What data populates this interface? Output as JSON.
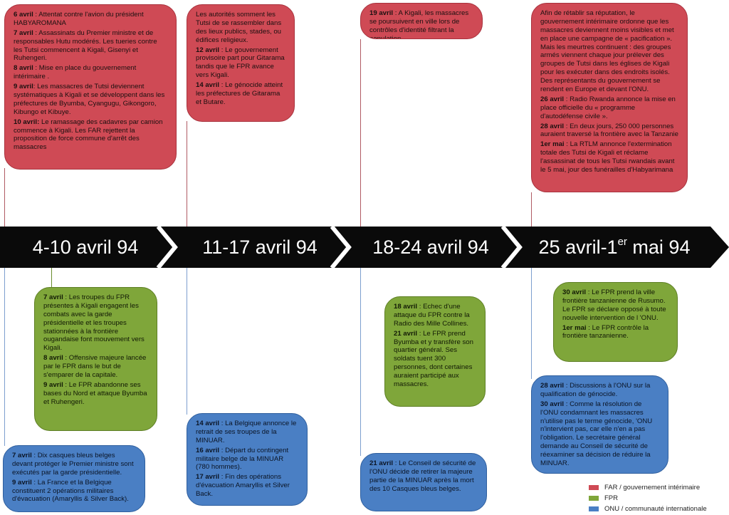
{
  "periods": [
    {
      "text": "4-10 avril 94"
    },
    {
      "text": "11-17 avril 94"
    },
    {
      "text": "18-24 avril 94"
    },
    {
      "text": "25 avril-1",
      "sup": "er",
      "tail": " mai 94"
    }
  ],
  "colors": {
    "far": "#cf4a55",
    "fpr": "#7fa63a",
    "onu": "#4a7fc4",
    "band": "#0a0a0a"
  },
  "boxes": {
    "far1": [
      {
        "date": "6 avril",
        "text": " : Attentat contre l'avion du président HABYAROMANA"
      },
      {
        "date": "7 avril",
        "text": " : Assassinats du Premier ministre et de responsables Hutu modérés. Les tueries contre les Tutsi commencent à Kigali, Gisenyi et Ruhengeri."
      },
      {
        "date": "8 avril",
        "text": " : Mise en place du gouvernement intérimaire ."
      },
      {
        "date": "9 avril",
        "text": ": Les massacres de Tutsi deviennent systématiques à Kigali et se développent dans les préfectures de Byumba, Cyangugu, Gikongoro, Kibungo et Kibuye."
      },
      {
        "date": "10 avril:",
        "text": " Le ramassage des cadavres par camion commence à Kigali. Les FAR rejettent la proposition de force commune d'arrêt des massacres"
      }
    ],
    "far2": [
      {
        "date": "",
        "text": "Les autorités somment les Tutsi de se rassembler dans des lieux publics, stades, ou édifices religieux."
      },
      {
        "date": "12 avril",
        "text": " : Le gouvernement provisoire part pour Gitarama tandis que le FPR avance vers Kigali."
      },
      {
        "date": "14 avril",
        "text": " : Le génocide atteint les préfectures de Gitarama et Butare."
      }
    ],
    "far3": [
      {
        "date": "19 avril",
        "text": " : A Kigali, les massacres se poursuivent en ville lors de contrôles d'identité filtrant la population."
      }
    ],
    "far4": [
      {
        "date": "",
        "text": "Afin de rétablir sa réputation, le gouvernement intérimaire ordonne que les massacres deviennent moins visibles et met en place une campagne de « pacification ». Mais les meurtres continuent : des groupes armés viennent chaque jour prélever des groupes de Tutsi dans les églises de Kigali pour les exécuter dans des endroits isolés. Des représentants du gouvernement se rendent en Europe et devant l'ONU."
      },
      {
        "date": "26 avril",
        "text": " : Radio Rwanda annonce la mise en place officielle du « programme d'autodéfense civile »."
      },
      {
        "date": "28 avril",
        "text": " : En deux jours, 250 000 personnes auraient traversé la frontière avec la Tanzanie"
      },
      {
        "date": "1er mai",
        "text": " : La RTLM annonce l'extermination totale des Tutsi de Kigali et réclame l'assassinat de tous les Tutsi rwandais avant le 5 mai, jour des funérailles d'Habyarimana"
      }
    ],
    "fpr1": [
      {
        "date": "7 avril",
        "text": " : Les troupes du FPR présentes à Kigali engagent les combats avec la garde présidentielle et les troupes stationnées à la frontière ougandaise font mouvement vers Kigali."
      },
      {
        "date": "8 avril",
        "text": " : Offensive majeure lancée par le FPR dans le but de s'emparer de la capitale."
      },
      {
        "date": "9 avril",
        "text": " : Le FPR abandonne ses bases du Nord et attaque Byumba et Ruhengeri."
      }
    ],
    "fpr3": [
      {
        "date": "18 avril",
        "text": " : Echec d'une attaque du FPR contre la Radio des Mille Collines."
      },
      {
        "date": "21 avril",
        "text": " : Le FPR prend Byumba  et y transfère son quartier général. Ses soldats tuent 300 personnes, dont certaines auraient participé aux massacres."
      }
    ],
    "fpr4": [
      {
        "date": "30 avril",
        "text": " : Le FPR prend la ville frontière tanzanienne de Rusumo. Le FPR se déclare opposé à toute nouvelle intervention de l 'ONU."
      },
      {
        "date": "1er mai",
        "text": " : Le FPR contrôle la frontière tanzanienne."
      }
    ],
    "onu1": [
      {
        "date": "7 avril",
        "text": " : Dix casques bleus belges devant protéger le Premier ministre sont exécutés par la garde présidentielle."
      },
      {
        "date": "9 avril",
        "text": " : La France et la Belgique constituent 2 opérations militaires d'évacuation (Amaryllis & Silver Back)."
      }
    ],
    "onu2": [
      {
        "date": "14 avril",
        "text": " : La Belgique annonce le retrait de ses troupes de la MINUAR."
      },
      {
        "date": "16 avril",
        "text": " : Départ du contingent militaire belge de la MINUAR (780 hommes)."
      },
      {
        "date": "17 avril",
        "text": " : Fin des opérations d'évacuation Amaryllis et Silver Back."
      }
    ],
    "onu3": [
      {
        "date": "21 avril",
        "text": " : Le Conseil de sécurité de l'ONU décide de retirer la majeure partie de la MINUAR après la mort des 10 Casques bleus belges."
      }
    ],
    "onu4": [
      {
        "date": "28 avril",
        "text": " : Discussions à l'ONU sur la qualification de génocide."
      },
      {
        "date": "30 avril",
        "text": " : Comme la résolution de l'ONU condamnant  les massacres n'utilise pas le terme génocide, 'ONU n'intervient pas, car elle  n'en a pas l'obligation. Le secrétaire général demande au Conseil de sécurité de réexaminer sa décision de réduire la MINUAR."
      }
    ]
  },
  "legend": [
    {
      "label": "FAR / gouvernement intérimaire",
      "color": "#cf4a55"
    },
    {
      "label": "FPR",
      "color": "#7fa63a"
    },
    {
      "label": "ONU / communauté internationale",
      "color": "#4a7fc4"
    }
  ]
}
